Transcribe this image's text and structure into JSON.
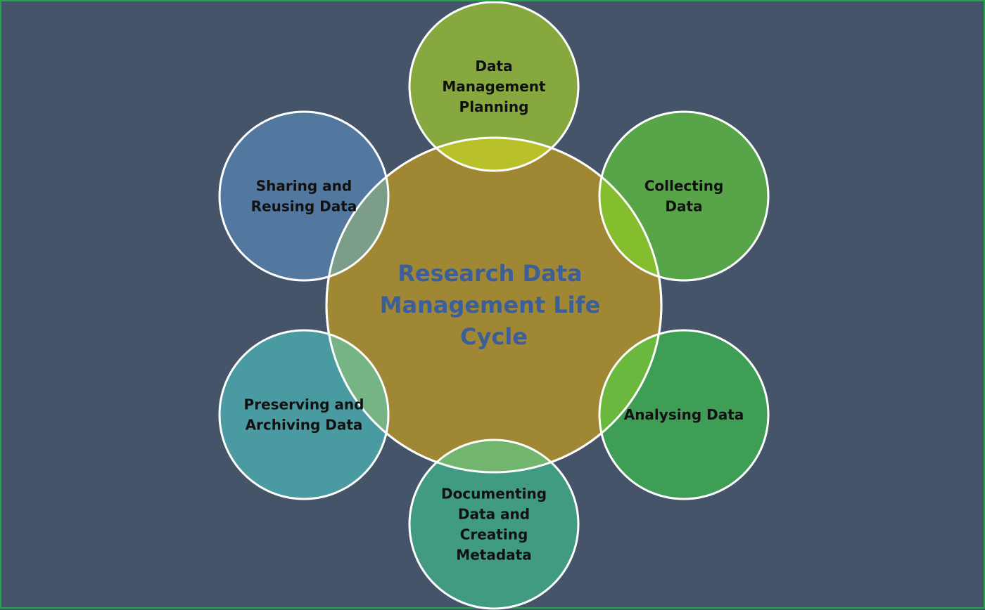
{
  "center": {
    "lines": [
      "Research Data",
      "Management Life",
      "Cycle"
    ],
    "fill": "#a08733",
    "text_color": "#3d5f99"
  },
  "stages": [
    {
      "id": "planning",
      "lines": [
        "Data",
        "Management",
        "Planning"
      ],
      "fill": "#86a83f",
      "name": "stage-data-management-planning"
    },
    {
      "id": "collecting",
      "lines": [
        "Collecting",
        "Data"
      ],
      "fill": "#57a548",
      "name": "stage-collecting-data"
    },
    {
      "id": "analysing",
      "lines": [
        "Analysing Data"
      ],
      "fill": "#3e9e56",
      "name": "stage-analysing-data"
    },
    {
      "id": "documenting",
      "lines": [
        "Documenting",
        "Data and",
        "Creating",
        "Metadata"
      ],
      "fill": "#419a82",
      "name": "stage-documenting-data"
    },
    {
      "id": "preserving",
      "lines": [
        "Preserving and",
        "Archiving Data"
      ],
      "fill": "#4a9aa2",
      "name": "stage-preserving-archiving-data"
    },
    {
      "id": "sharing",
      "lines": [
        "Sharing  and",
        "Reusing Data"
      ],
      "fill": "#5378a0",
      "name": "stage-sharing-reusing-data"
    }
  ],
  "colors": {
    "background": "#455469",
    "border": "#1fa84a",
    "stroke": "#ffffff"
  }
}
